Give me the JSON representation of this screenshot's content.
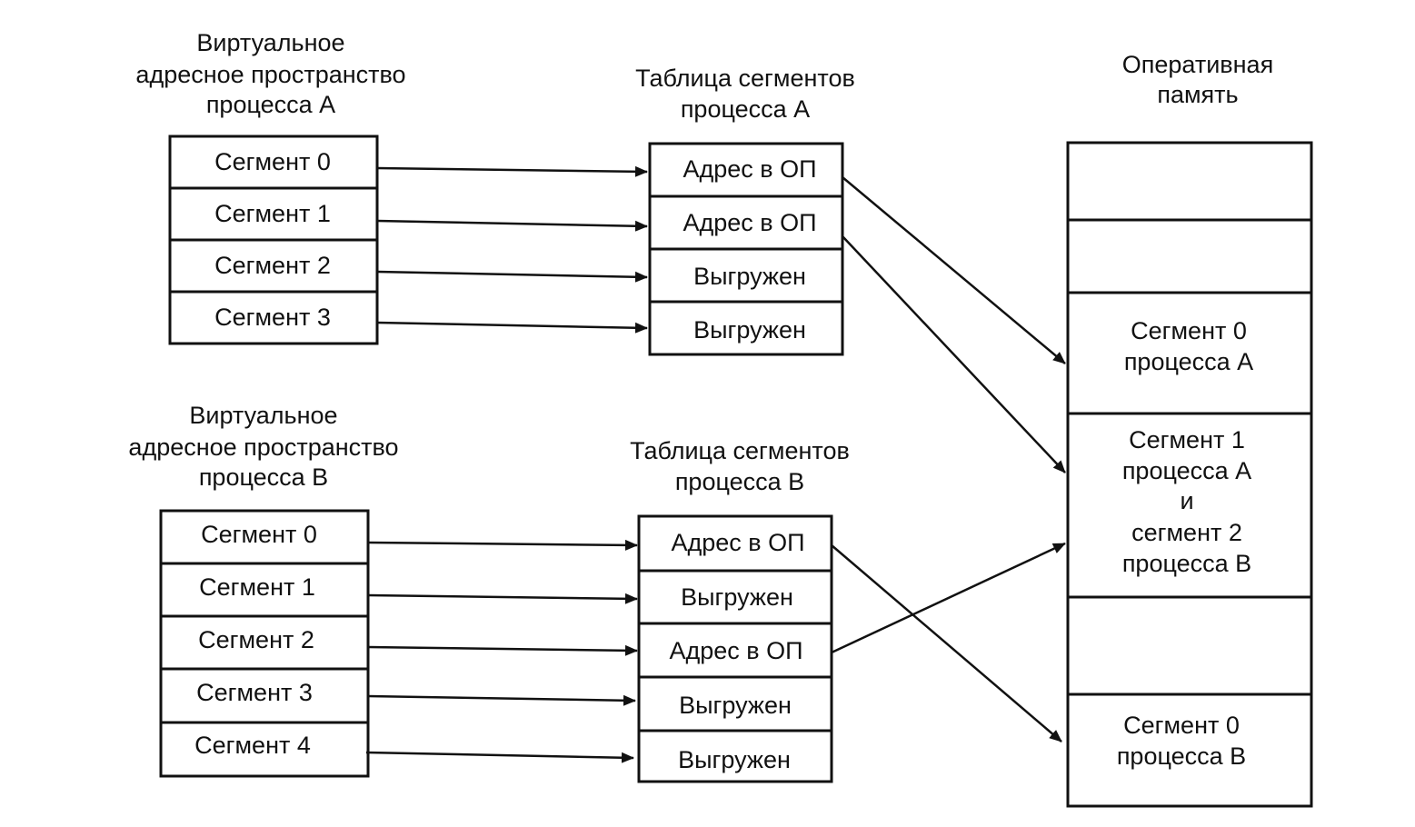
{
  "process_a": {
    "vas_title": [
      "Виртуальное",
      "адресное пространство",
      "процесса А"
    ],
    "table_title": [
      "Таблица сегментов",
      "процесса А"
    ],
    "segments": [
      "Сегмент 0",
      "Сегмент 1",
      "Сегмент 2",
      "Сегмент 3"
    ],
    "table_entries": [
      "Адрес в ОП",
      "Адрес в ОП",
      "Выгружен",
      "Выгружен"
    ]
  },
  "process_b": {
    "vas_title": [
      "Виртуальное",
      "адресное пространство",
      "процесса В"
    ],
    "table_title": [
      "Таблица сегментов",
      "процесса В"
    ],
    "segments": [
      "Сегмент 0",
      "Сегмент 1",
      "Сегмент 2",
      "Сегмент 3",
      "Сегмент 4"
    ],
    "table_entries": [
      "Адрес в ОП",
      "Выгружен",
      "Адрес в ОП",
      "Выгружен",
      "Выгружен"
    ]
  },
  "memory": {
    "title": [
      "Оперативная",
      "память"
    ],
    "blocks": [
      [],
      [],
      [
        "Сегмент 0",
        "процесса А"
      ],
      [
        "Сегмент 1",
        "процесса А",
        "и",
        "сегмент 2",
        "процесса В"
      ],
      [],
      [
        "Сегмент 0",
        "процесса В"
      ]
    ]
  }
}
